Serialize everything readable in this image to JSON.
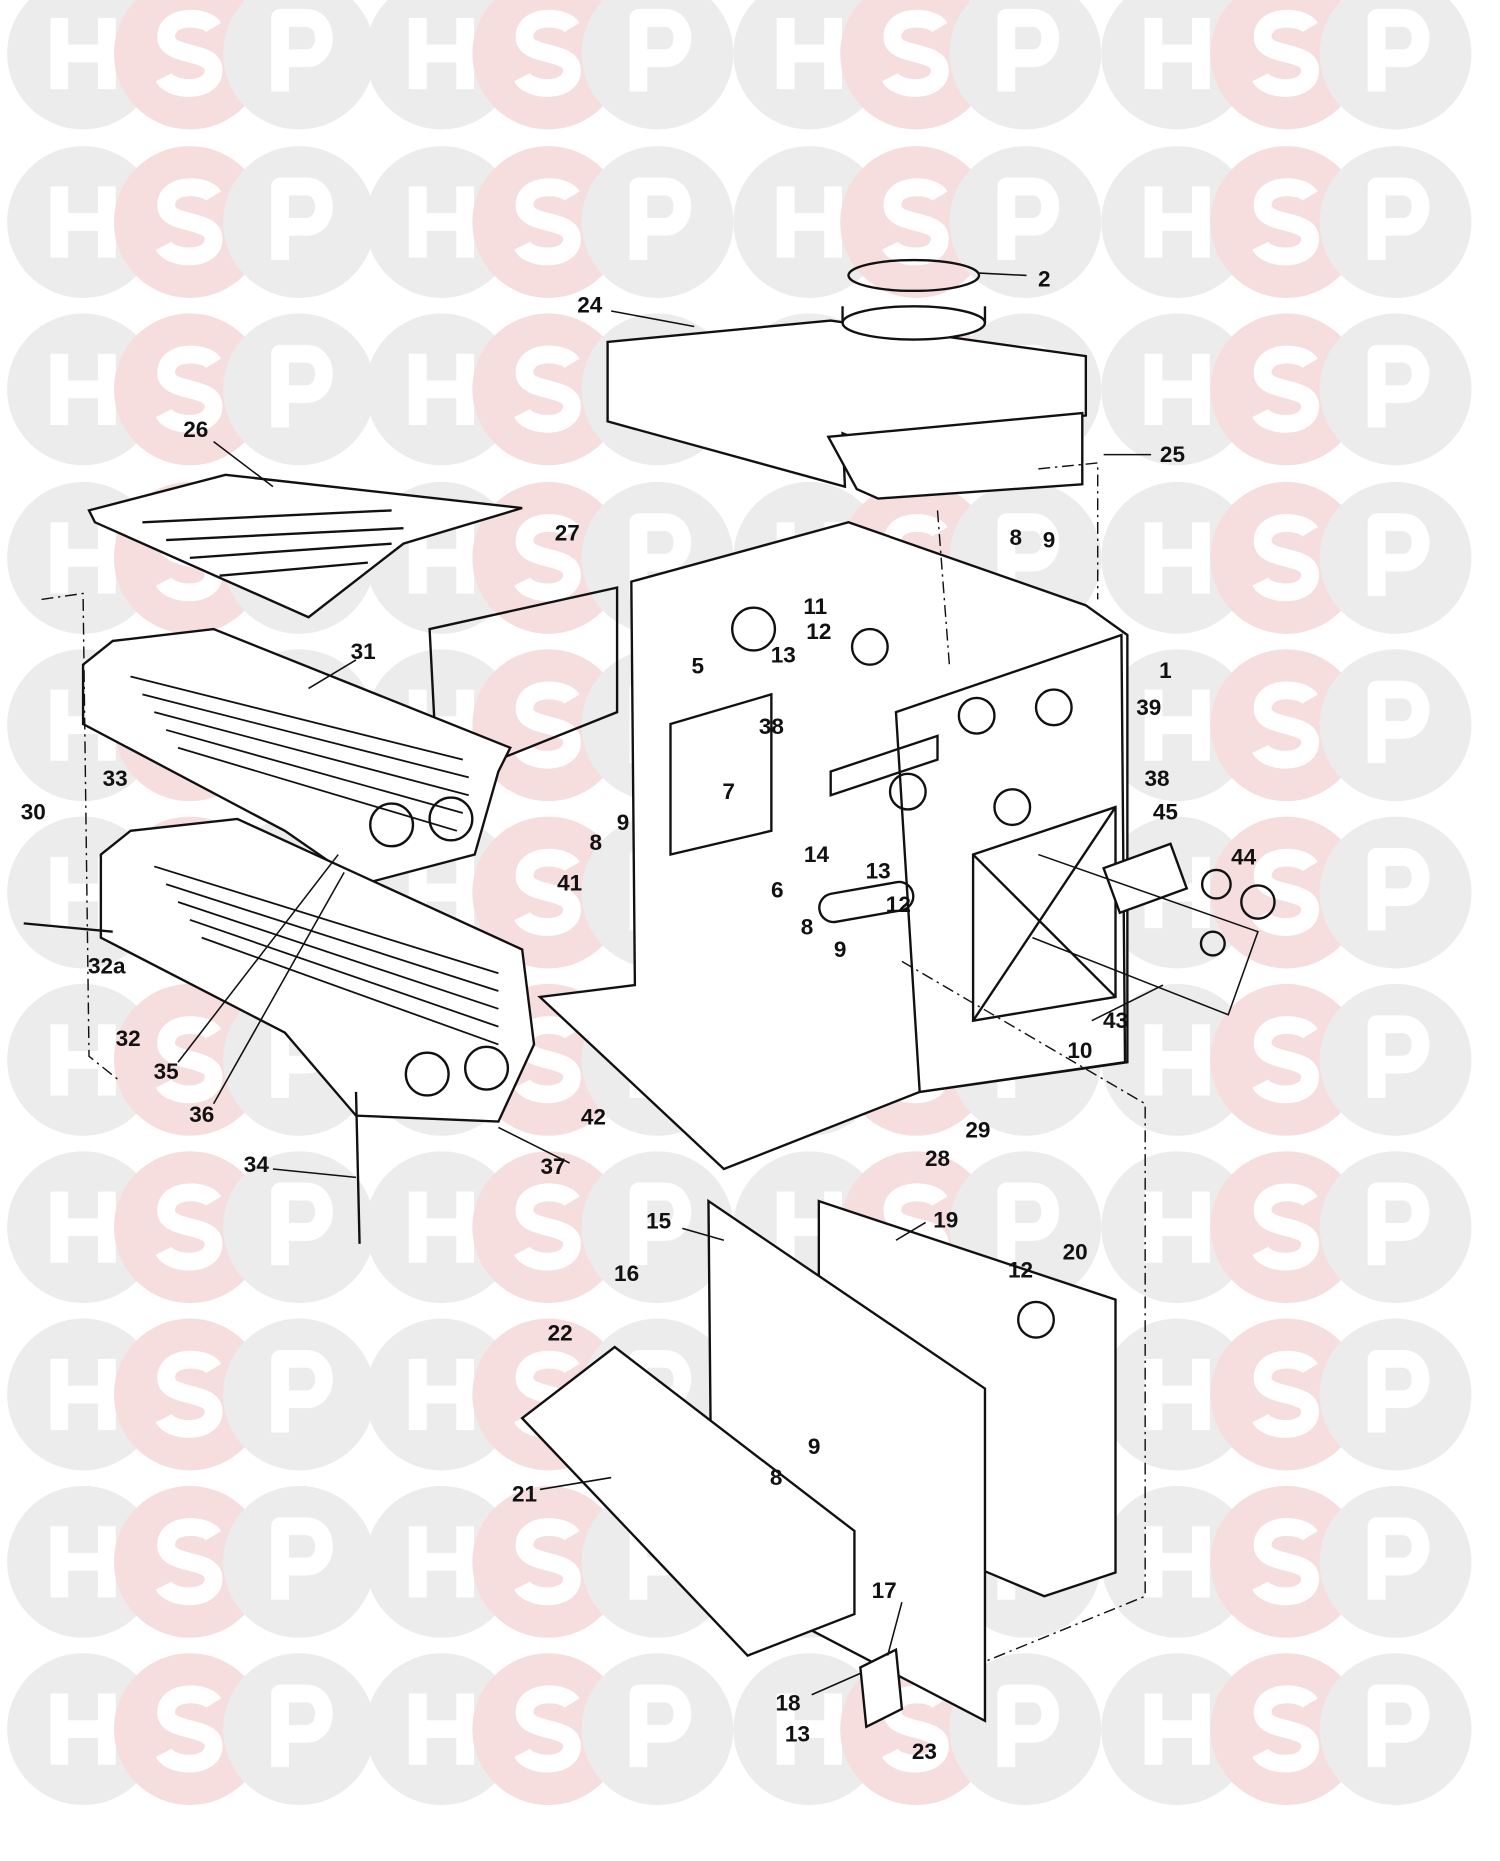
{
  "watermark": {
    "letters": [
      "H",
      "S",
      "P"
    ],
    "circle_color": "#ececec",
    "accent_color": "#f6dede"
  },
  "labels": [
    "2",
    "24",
    "25",
    "26",
    "27",
    "8",
    "9",
    "11",
    "12",
    "13",
    "1",
    "5",
    "31",
    "39",
    "38",
    "38",
    "7",
    "45",
    "9",
    "8",
    "14",
    "13",
    "6",
    "12",
    "44",
    "41",
    "33",
    "30",
    "8",
    "9",
    "32a",
    "32",
    "35",
    "36",
    "43",
    "10",
    "42",
    "29",
    "28",
    "37",
    "34",
    "15",
    "19",
    "16",
    "20",
    "12",
    "22",
    "21",
    "9",
    "8",
    "17",
    "18",
    "13",
    "23"
  ]
}
